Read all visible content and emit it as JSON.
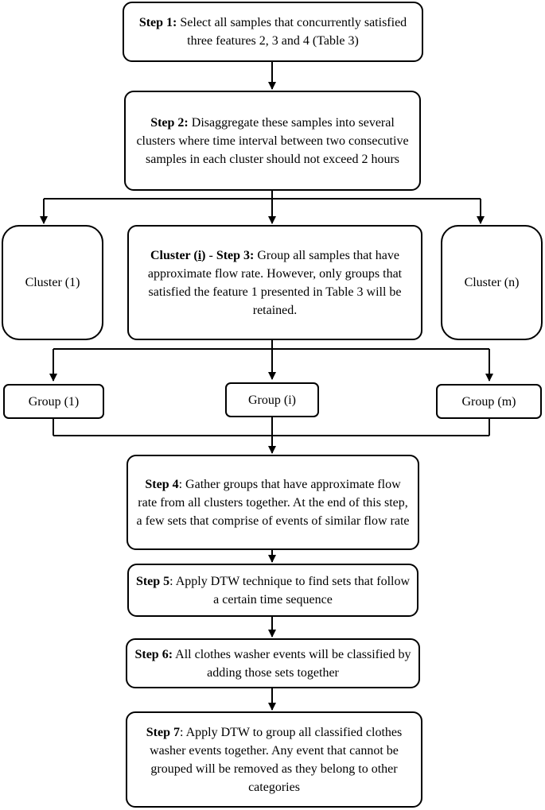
{
  "step1": {
    "label": "Step 1:",
    "text": " Select all samples that concurrently satisfied three features 2, 3 and 4 (Table 3)"
  },
  "step2": {
    "label": "Step 2:",
    "text": " Disaggregate these samples into several clusters where time interval between two consecutive samples in each cluster should not exceed 2 hours"
  },
  "cluster_1": "Cluster (1)",
  "cluster_i": {
    "label": "Cluster (",
    "index": "i",
    "close": ")",
    "sep": " - ",
    "step_label": "Step 3:",
    "text": " Group all samples that have approximate flow rate. However, only groups that satisfied the feature 1 presented in Table 3 will be retained."
  },
  "cluster_n": "Cluster (n)",
  "group_1": "Group (1)",
  "group_i": "Group (i)",
  "group_m": "Group (m)",
  "step4": {
    "label": "Step 4",
    "text": ": Gather groups that have approximate flow rate from all clusters together. At the end of this step, a few sets that comprise of events of similar flow rate"
  },
  "step5": {
    "label": "Step 5",
    "text": ": Apply DTW technique to find sets that follow a certain time sequence"
  },
  "step6": {
    "label": "Step 6:",
    "text": " All clothes washer events will be classified by adding those sets together"
  },
  "step7": {
    "label": "Step 7",
    "text": ": Apply DTW to group all classified clothes washer events together. Any event that cannot be grouped will be removed as they belong to other categories"
  }
}
